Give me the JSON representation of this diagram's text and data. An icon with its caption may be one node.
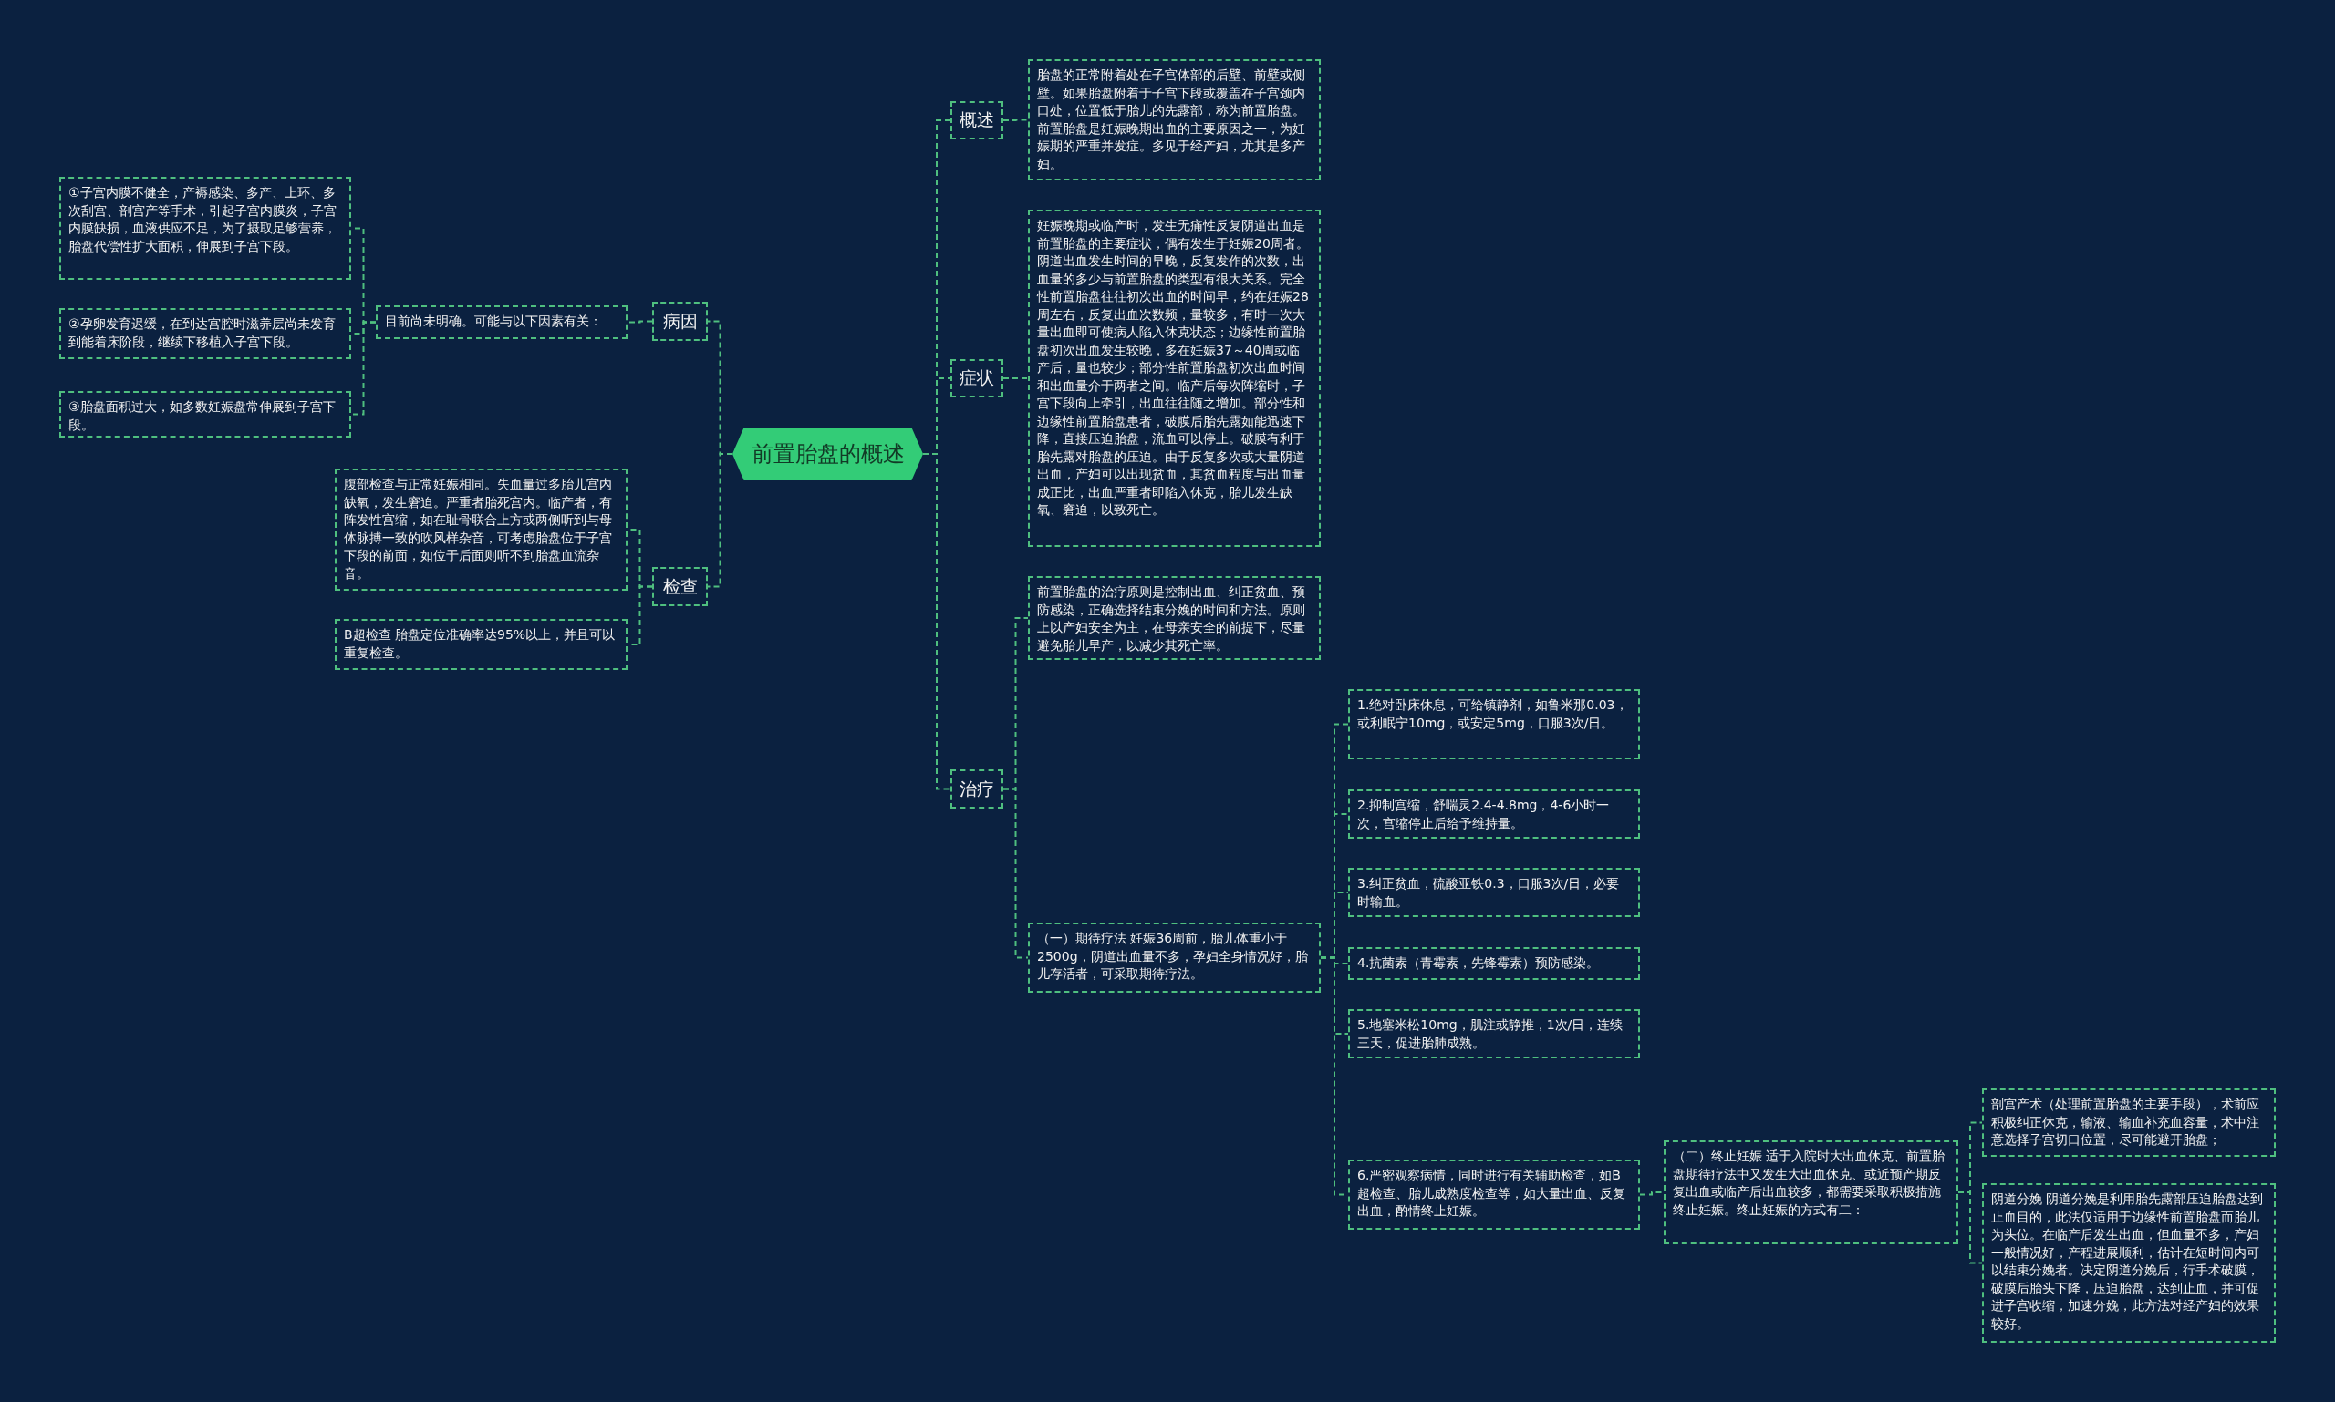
{
  "diagram": {
    "nodes": [
      {
        "text": [
          "前置胎盘的概述"
        ]
      },
      {
        "text": [
          "概述"
        ]
      },
      {
        "text": [
          "胎盘的正常附着处在子宫体部的后壁、前壁或侧壁。如果胎盘附着于子宫下段或覆盖在子宫颈内口处，位置低于胎儿的先露部，称为前置胎盘。前置胎盘是妊娠晚期出血的主要原因之一，为妊娠期的严重并发症。多见于经产妇，尤其是多产妇。"
        ]
      },
      {
        "text": [
          "症状"
        ]
      },
      {
        "text": [
          "妊娠晚期或临产时，发生无痛性反复阴道出血是前置胎盘的主要症状，偶有发生于妊娠20周者。阴道出血发生时间的早晚，反复发作的次数，出血量的多少与前置胎盘的类型有很大关系。完全性前置胎盘往往初次出血的时间早，约在妊娠28周左右，反复出血次数频，量较多，有时一次大量出血即可使病人陷入休克状态；边缘性前置胎盘初次出血发生较晚，多在妊娠37～40周或临产后，量也较少；部分性前置胎盘初次出血时间和出血量介于两者之间。临产后每次阵缩时，子宫下段向上牵引，出血往往随之增加。部分性和边缘性前置胎盘患者，破膜后胎先露如能迅速下降，直接压迫胎盘，流血可以停止。破膜有利于胎先露对胎盘的压迫。由于反复多次或大量阴道出血，产妇可以出现贫血，其贫血程度与出血量成正比，出血严重者即陷入休克，胎儿发生缺氧、窘迫，以致死亡。"
        ]
      },
      {
        "text": [
          "治疗"
        ]
      },
      {
        "text": [
          "前置胎盘的治疗原则是控制出血、纠正贫血、预防感染，正确选择结束分娩的时间和方法。原则上以产妇安全为主，在母亲安全的前提下，尽量避免胎儿早产，以减少其死亡率。"
        ]
      },
      {
        "text": [
          "（一）期待疗法 妊娠36周前，胎儿体重小于2500g，阴道出血量不多，孕妇全身情况好，胎儿存活者，可采取期待疗法。"
        ]
      },
      {
        "text": [
          "1.绝对卧床休息，可给镇静剂，如鲁米那0.03，或利眠宁10mg，或安定5mg，口服3次/日。"
        ]
      },
      {
        "text": [
          "2.抑制宫缩，舒喘灵2.4-4.8mg，4-6小时一次，宫缩停止后给予维持量。"
        ]
      },
      {
        "text": [
          "3.纠正贫血，硫酸亚铁0.3，口服3次/日，必要时输血。"
        ]
      },
      {
        "text": [
          "4.抗菌素（青霉素，先锋霉素）预防感染。"
        ]
      },
      {
        "text": [
          "5.地塞米松10mg，肌注或静推，1次/日，连续三天，促进胎肺成熟。"
        ]
      },
      {
        "text": [
          "6.严密观察病情，同时进行有关辅助检查，如B超检查、胎儿成熟度检查等，如大量出血、反复出血，酌情终止妊娠。"
        ]
      },
      {
        "text": [
          "（二）终止妊娠 适于入院时大出血休克、前置胎盘期待疗法中又发生大出血休克、或近预产期反复出血或临产后出血较多，都需要采取积极措施终止妊娠。终止妊娠的方式有二："
        ]
      },
      {
        "text": [
          "剖宫产术（处理前置胎盘的主要手段），术前应积极纠正休克，输液、输血补充血容量，术中注意选择子宫切口位置，尽可能避开胎盘；"
        ]
      },
      {
        "text": [
          "阴道分娩 阴道分娩是利用胎先露部压迫胎盘达到止血目的，此法仅适用于边缘性前置胎盘而胎儿为头位。在临产后发生出血，但血量不多，产妇一般情况好，产程进展顺利，估计在短时间内可以结束分娩者。决定阴道分娩后，行手术破膜，破膜后胎头下降，压迫胎盘，达到止血，并可促进子宫收缩，加速分娩，此方法对经产妇的效果较好。"
        ]
      },
      {
        "text": [
          "病因"
        ]
      },
      {
        "text": [
          "目前尚未明确。可能与以下因素有关："
        ]
      },
      {
        "text": [
          "①子宫内膜不健全，产褥感染、多产、上环、多次刮宫、剖宫产等手术，引起子宫内膜炎，子宫内膜缺损，血液供应不足，为了摄取足够营养，胎盘代偿性扩大面积，伸展到子宫下段。"
        ]
      },
      {
        "text": [
          "②孕卵发育迟缓，在到达宫腔时滋养层尚未发育到能着床阶段，继续下移植入子宫下段。"
        ]
      },
      {
        "text": [
          "③胎盘面积过大，如多数妊娠盘常伸展到子宫下段。"
        ]
      },
      {
        "text": [
          "检查"
        ]
      },
      {
        "text": [
          "腹部检查与正常妊娠相同。失血量过多胎儿宫内缺氧，发生窘迫。严重者胎死宫内。临产者，有阵发性宫缩，如在耻骨联合上方或两侧听到与母体脉搏一致的吹风样杂音，可考虑胎盘位于子宫下段的前面，如位于后面则听不到胎盘血流杂音。"
        ]
      },
      {
        "text": [
          "B超检查 胎盘定位准确率达95%以上，并且可以重复检查。"
        ]
      }
    ],
    "edges": [
      {
        "from": 0,
        "to": 1,
        "arrow": "none"
      },
      {
        "from": 1,
        "to": 2,
        "arrow": "none"
      },
      {
        "from": 0,
        "to": 3,
        "arrow": "none"
      },
      {
        "from": 3,
        "to": 4,
        "arrow": "none"
      },
      {
        "from": 0,
        "to": 5,
        "arrow": "none"
      },
      {
        "from": 5,
        "to": 6,
        "arrow": "none"
      },
      {
        "from": 5,
        "to": 7,
        "arrow": "none"
      },
      {
        "from": 7,
        "to": 8,
        "arrow": "none"
      },
      {
        "from": 7,
        "to": 9,
        "arrow": "none"
      },
      {
        "from": 7,
        "to": 10,
        "arrow": "none"
      },
      {
        "from": 7,
        "to": 11,
        "arrow": "none"
      },
      {
        "from": 7,
        "to": 12,
        "arrow": "none"
      },
      {
        "from": 7,
        "to": 13,
        "arrow": "none"
      },
      {
        "from": 13,
        "to": 14,
        "arrow": "none"
      },
      {
        "from": 14,
        "to": 15,
        "arrow": "none"
      },
      {
        "from": 14,
        "to": 16,
        "arrow": "none"
      },
      {
        "from": 0,
        "to": 17,
        "arrow": "none"
      },
      {
        "from": 17,
        "to": 18,
        "arrow": "none"
      },
      {
        "from": 18,
        "to": 19,
        "arrow": "none"
      },
      {
        "from": 18,
        "to": 20,
        "arrow": "none"
      },
      {
        "from": 18,
        "to": 21,
        "arrow": "none"
      },
      {
        "from": 0,
        "to": 22,
        "arrow": "none"
      },
      {
        "from": 22,
        "to": 23,
        "arrow": "none"
      },
      {
        "from": 22,
        "to": 24,
        "arrow": "none"
      }
    ]
  }
}
